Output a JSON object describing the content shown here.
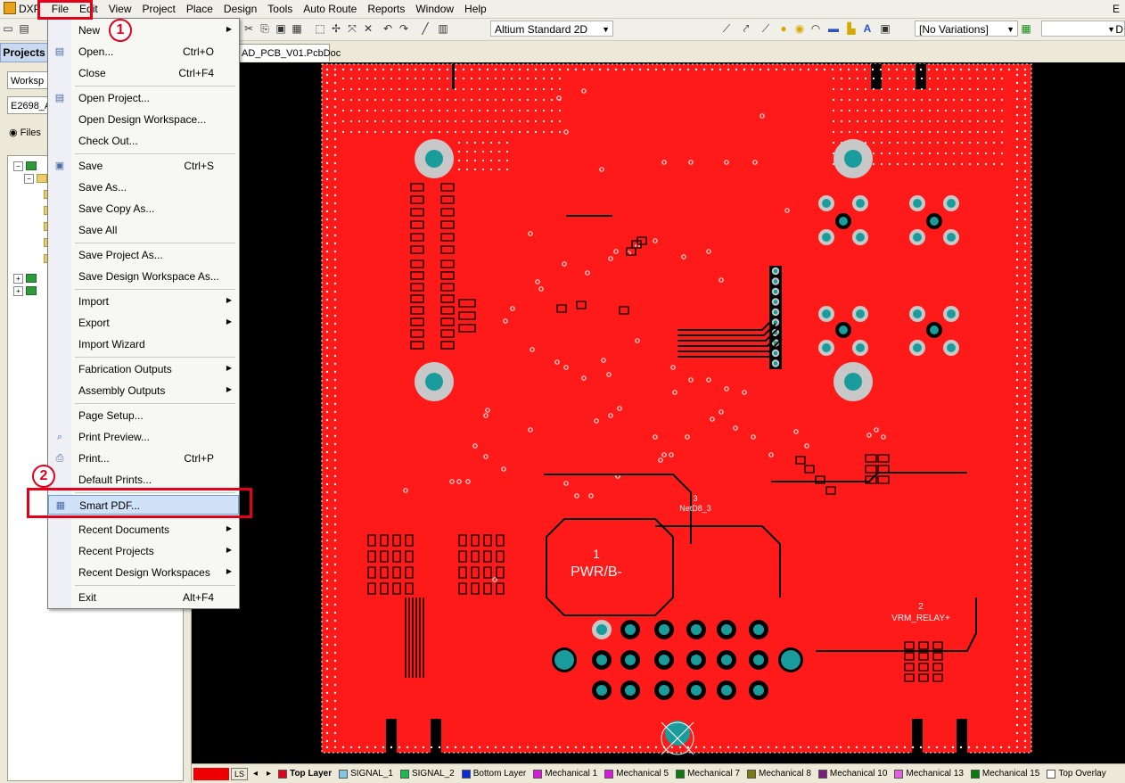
{
  "menubar": {
    "items": [
      "DXP",
      "File",
      "Edit",
      "View",
      "Project",
      "Place",
      "Design",
      "Tools",
      "Auto Route",
      "Reports",
      "Window",
      "Help"
    ],
    "right_edge": "E"
  },
  "toolbar": {
    "view_mode": "Altium Standard 2D",
    "variations": "[No Variations]",
    "right_edge": "D"
  },
  "left_panel": {
    "tab": "Projects",
    "workspace_field": "Worksp",
    "project_field": "E2698_A",
    "files_radio": "Files"
  },
  "doc_tab": {
    "label": "AD_PCB_V01.PcbDoc"
  },
  "file_menu": {
    "items": [
      {
        "label": "New",
        "shortcut": "",
        "submenu": true,
        "icon": ""
      },
      {
        "label": "Open...",
        "shortcut": "Ctrl+O",
        "submenu": false,
        "icon": "folder-open-icon"
      },
      {
        "label": "Close",
        "shortcut": "Ctrl+F4",
        "submenu": false,
        "icon": ""
      },
      {
        "sep": true
      },
      {
        "label": "Open Project...",
        "shortcut": "",
        "submenu": false,
        "icon": "folder-open-icon"
      },
      {
        "label": "Open Design Workspace...",
        "shortcut": "",
        "submenu": false,
        "icon": ""
      },
      {
        "label": "Check Out...",
        "shortcut": "",
        "submenu": false,
        "icon": ""
      },
      {
        "sep": true
      },
      {
        "label": "Save",
        "shortcut": "Ctrl+S",
        "submenu": false,
        "icon": "floppy-disk-icon"
      },
      {
        "label": "Save As...",
        "shortcut": "",
        "submenu": false,
        "icon": ""
      },
      {
        "label": "Save Copy As...",
        "shortcut": "",
        "submenu": false,
        "icon": ""
      },
      {
        "label": "Save All",
        "shortcut": "",
        "submenu": false,
        "icon": ""
      },
      {
        "sep": true
      },
      {
        "label": "Save Project As...",
        "shortcut": "",
        "submenu": false,
        "icon": ""
      },
      {
        "label": "Save Design Workspace As...",
        "shortcut": "",
        "submenu": false,
        "icon": ""
      },
      {
        "sep": true
      },
      {
        "label": "Import",
        "shortcut": "",
        "submenu": true,
        "icon": ""
      },
      {
        "label": "Export",
        "shortcut": "",
        "submenu": true,
        "icon": ""
      },
      {
        "label": "Import Wizard",
        "shortcut": "",
        "submenu": false,
        "icon": ""
      },
      {
        "sep": true
      },
      {
        "label": "Fabrication Outputs",
        "shortcut": "",
        "submenu": true,
        "icon": ""
      },
      {
        "label": "Assembly Outputs",
        "shortcut": "",
        "submenu": true,
        "icon": ""
      },
      {
        "sep": true
      },
      {
        "label": "Page Setup...",
        "shortcut": "",
        "submenu": false,
        "icon": ""
      },
      {
        "label": "Print Preview...",
        "shortcut": "",
        "submenu": false,
        "icon": "print-preview-icon"
      },
      {
        "label": "Print...",
        "shortcut": "Ctrl+P",
        "submenu": false,
        "icon": "printer-icon"
      },
      {
        "label": "Default Prints...",
        "shortcut": "",
        "submenu": false,
        "icon": ""
      },
      {
        "sep": true
      },
      {
        "label": "Smart PDF...",
        "shortcut": "",
        "submenu": false,
        "icon": "smart-pdf-icon",
        "highlight": true
      },
      {
        "sep": true
      },
      {
        "label": "Recent Documents",
        "shortcut": "",
        "submenu": true,
        "icon": ""
      },
      {
        "label": "Recent Projects",
        "shortcut": "",
        "submenu": true,
        "icon": ""
      },
      {
        "label": "Recent Design Workspaces",
        "shortcut": "",
        "submenu": true,
        "icon": ""
      },
      {
        "sep": true
      },
      {
        "label": "Exit",
        "shortcut": "Alt+F4",
        "submenu": false,
        "icon": ""
      }
    ]
  },
  "annotations": {
    "step1": "1",
    "step2": "2"
  },
  "pcb": {
    "labels": [
      "PWR/B-",
      "NetD8_3",
      "VRM_RELAY+",
      "1",
      "3",
      "2"
    ]
  },
  "status_bar": {
    "ls_label": "LS",
    "layers": [
      {
        "name": "Top Layer",
        "color": "#e3001b",
        "active": true
      },
      {
        "name": "SIGNAL_1",
        "color": "#7ec8e3",
        "active": false
      },
      {
        "name": "SIGNAL_2",
        "color": "#1db954",
        "active": false
      },
      {
        "name": "Bottom Layer",
        "color": "#0a2bd6",
        "active": false
      },
      {
        "name": "Mechanical 1",
        "color": "#d81bd8",
        "active": false
      },
      {
        "name": "Mechanical 5",
        "color": "#d81bd8",
        "active": false
      },
      {
        "name": "Mechanical 7",
        "color": "#0c7a0c",
        "active": false
      },
      {
        "name": "Mechanical 8",
        "color": "#7a7a10",
        "active": false
      },
      {
        "name": "Mechanical 10",
        "color": "#7a1f7a",
        "active": false
      },
      {
        "name": "Mechanical 13",
        "color": "#e060e0",
        "active": false
      },
      {
        "name": "Mechanical 15",
        "color": "#0c7a0c",
        "active": false
      },
      {
        "name": "Top Overlay",
        "color": "#ffffff",
        "active": false
      }
    ]
  },
  "colors": {
    "accent_red": "#e3001b",
    "board_red": "#ff1a1a",
    "pad_teal": "#1a9c9c",
    "pad_ring": "#c8c8c8",
    "menu_highlight": "#cfe2f7"
  }
}
